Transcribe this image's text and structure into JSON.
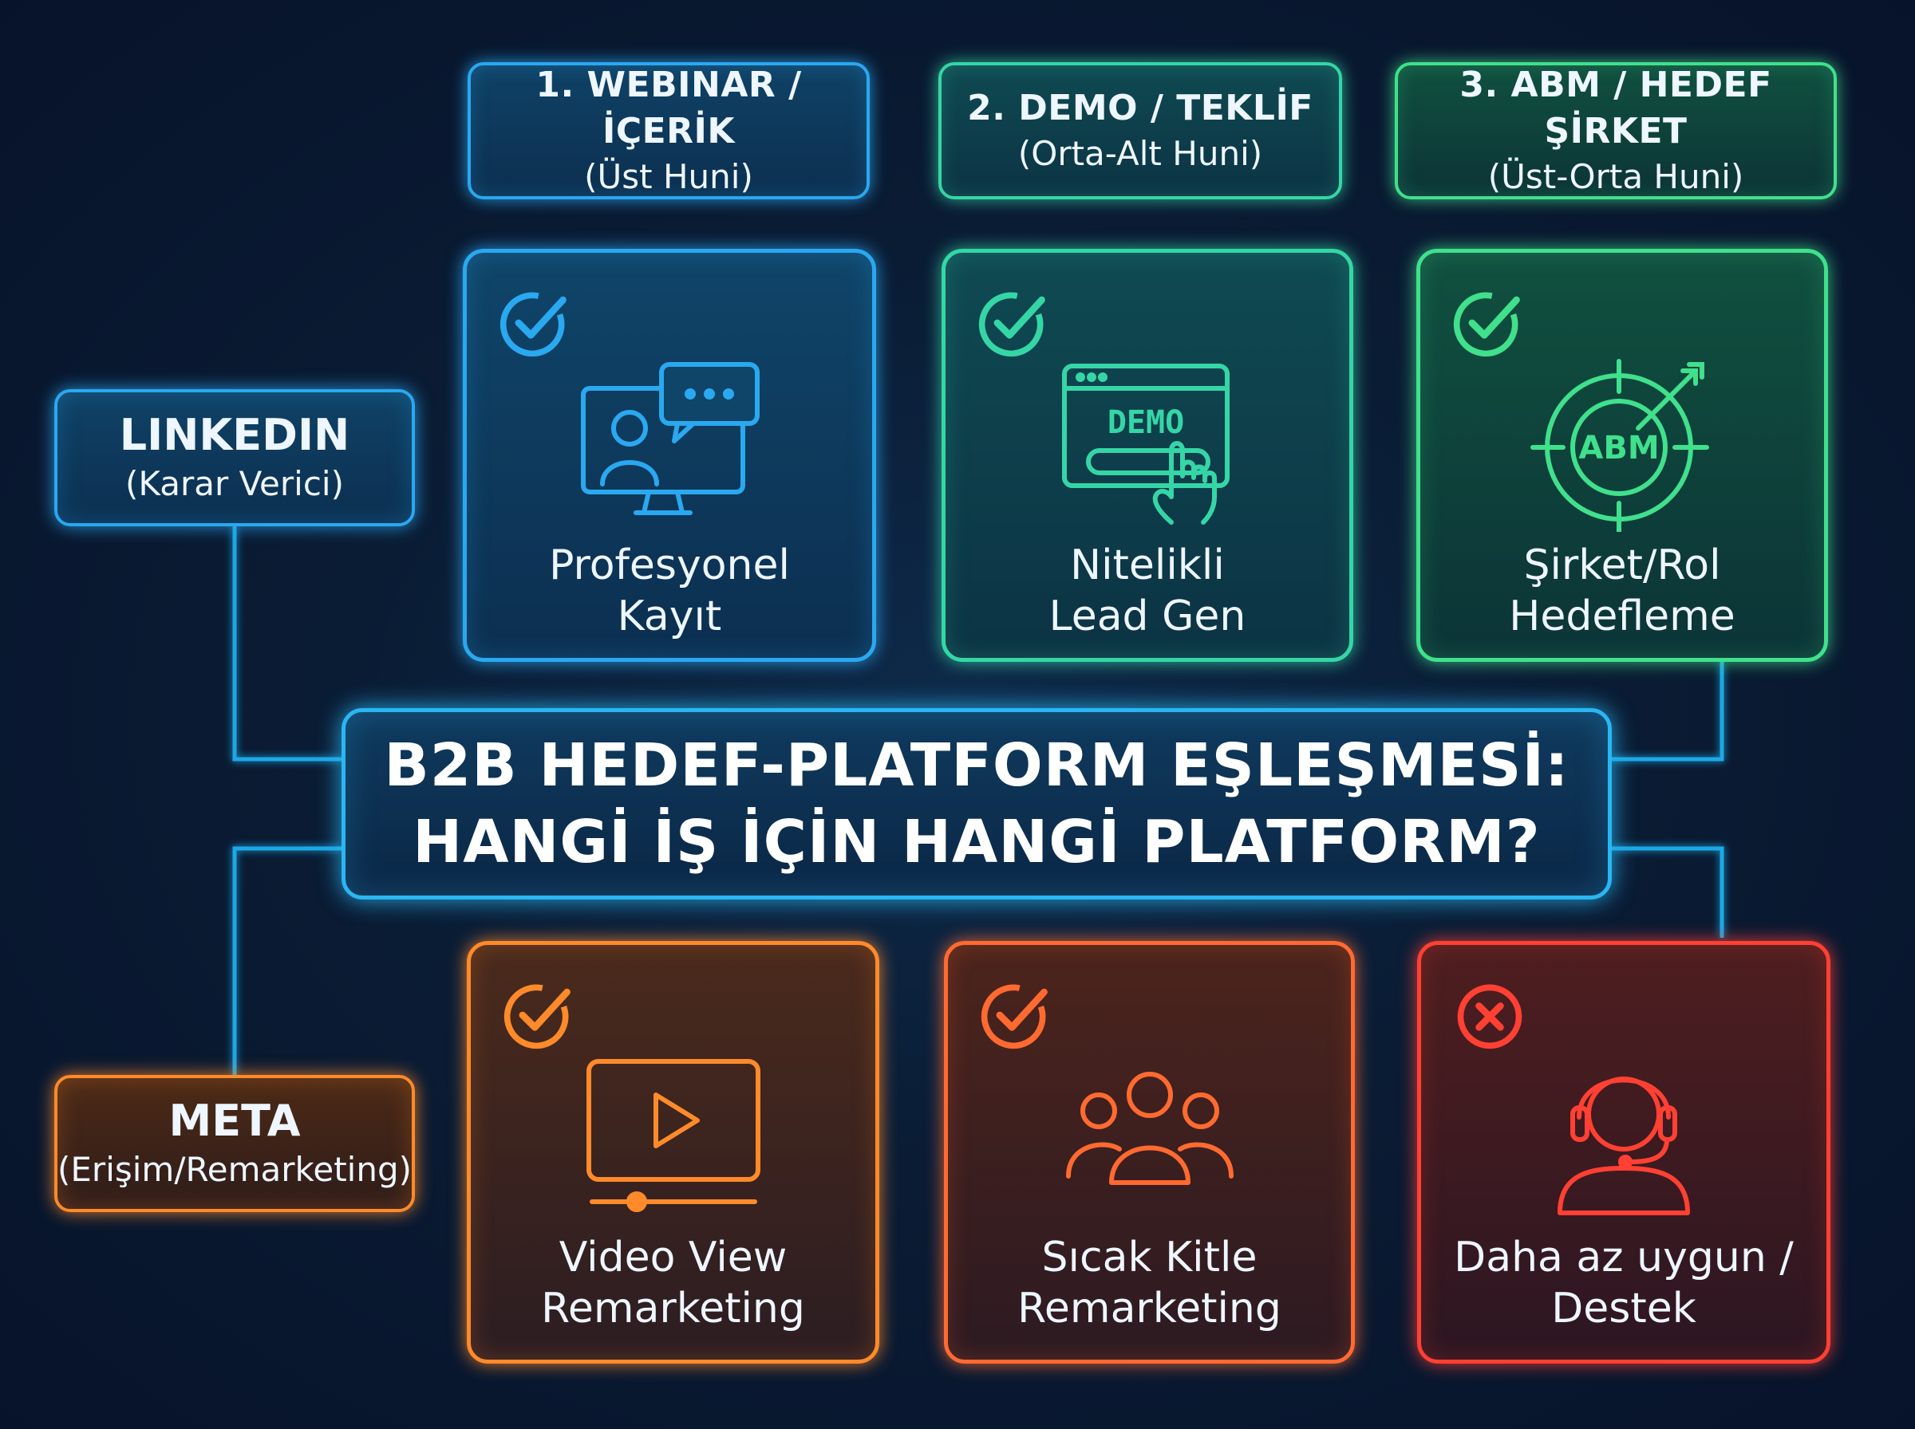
{
  "title": {
    "line1": "B2B HEDEF-PLATFORM EŞLEŞMESİ:",
    "line2": "HANGİ İŞ İÇİN HANGİ PLATFORM?"
  },
  "platforms": {
    "linkedin": {
      "name": "LINKEDIN",
      "role": "(Karar Verici)"
    },
    "meta": {
      "name": "META",
      "role": "(Erişim/Remarketing)"
    }
  },
  "goals": [
    {
      "label": "1. WEBINAR / İÇERİK",
      "funnel": "(Üst Huni)"
    },
    {
      "label": "2. DEMO / TEKLİF",
      "funnel": "(Orta-Alt Huni)"
    },
    {
      "label": "3. ABM / HEDEF ŞİRKET",
      "funnel": "(Üst-Orta Huni)"
    }
  ],
  "linkedin_cards": [
    {
      "line1": "Profesyonel",
      "line2": "Kayıt",
      "status": "check",
      "icon": "webinar-monitor-icon"
    },
    {
      "line1": "Nitelikli",
      "line2": "Lead Gen",
      "status": "check",
      "icon": "demo-click-icon",
      "icon_text": "DEMO"
    },
    {
      "line1": "Şirket/Rol",
      "line2": "Hedefleme",
      "status": "check",
      "icon": "abm-target-icon",
      "icon_text": "ABM"
    }
  ],
  "meta_cards": [
    {
      "line1": "Video View",
      "line2": "Remarketing",
      "status": "check",
      "icon": "video-play-icon"
    },
    {
      "line1": "Sıcak Kitle",
      "line2": "Remarketing",
      "status": "check",
      "icon": "audience-group-icon"
    },
    {
      "line1": "Daha az uygun /",
      "line2": "Destek",
      "status": "cross",
      "icon": "headset-support-icon"
    }
  ],
  "colors": {
    "line": "#1fa8e6",
    "blue": "#2aa8f0",
    "teal": "#35d6a6",
    "green": "#40e08c",
    "orange": "#ff8a2a",
    "redorange": "#ff6a30",
    "red": "#ff4032"
  }
}
